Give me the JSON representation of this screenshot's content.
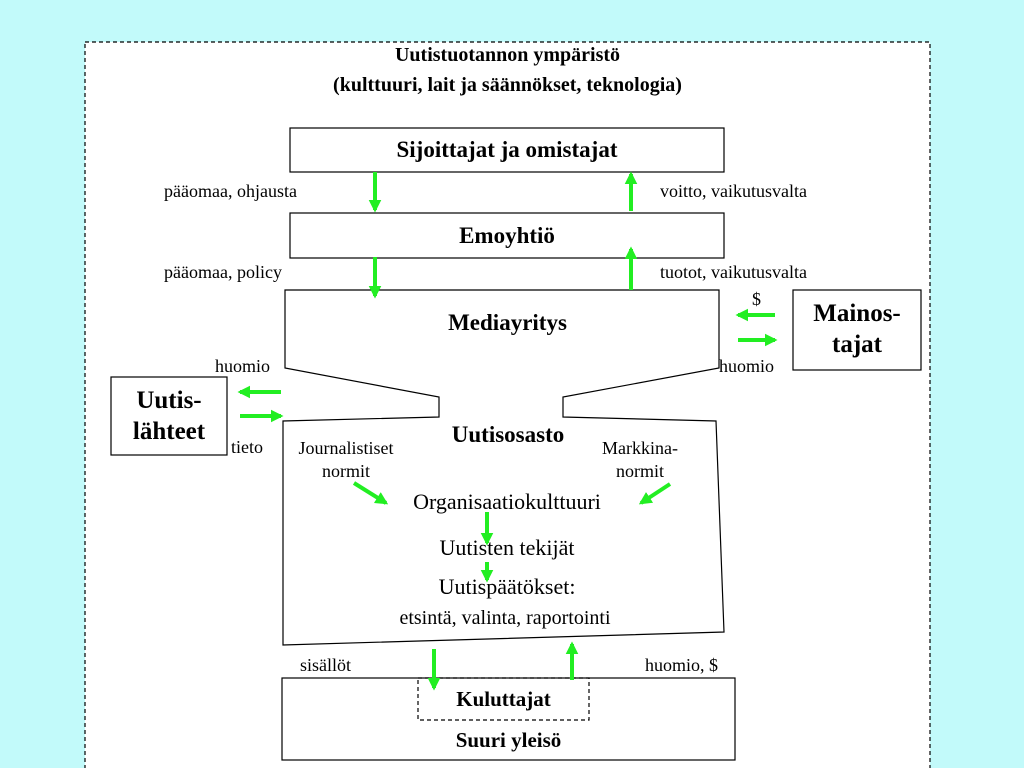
{
  "environment": {
    "title": "Uutistuotannon ympäristö",
    "subtitle": "(kulttuuri, lait ja säännökset, teknologia)"
  },
  "investors": {
    "label": "Sijoittajat ja omistajat",
    "flow_down": "pääomaa, ohjausta",
    "flow_up": "voitto, vaikutusvalta"
  },
  "parent": {
    "label": "Emoyhtiö",
    "flow_down": "pääomaa, policy",
    "flow_up": "tuotot, vaikutusvalta"
  },
  "media_company": {
    "label": "Mediayritys"
  },
  "advertisers": {
    "line1": "Mainos-",
    "line2": "tajat",
    "flow_in": "$",
    "flow_out": "huomio"
  },
  "sources": {
    "line1": "Uutis-",
    "line2": "lähteet",
    "flow_out": "huomio",
    "flow_in": "tieto"
  },
  "newsroom": {
    "label": "Uutisosasto",
    "journalistic_line1": "Journalistiset",
    "journalistic_line2": "normit",
    "market_line1": "Markkina-",
    "market_line2": "normit",
    "org_culture": "Organisaatiokulttuuri",
    "makers": "Uutisten tekijät",
    "decisions": "Uutispäätökset:",
    "decisions_detail": "etsintä, valinta, raportointi"
  },
  "consumers": {
    "flow_down": "sisällöt",
    "flow_up": "huomio, $",
    "label": "Kuluttajat",
    "public": "Suuri yleisö"
  },
  "colors": {
    "background": "#c2fafa",
    "box": "#ffffff",
    "arrow": "#22ee22",
    "line": "#000000"
  }
}
